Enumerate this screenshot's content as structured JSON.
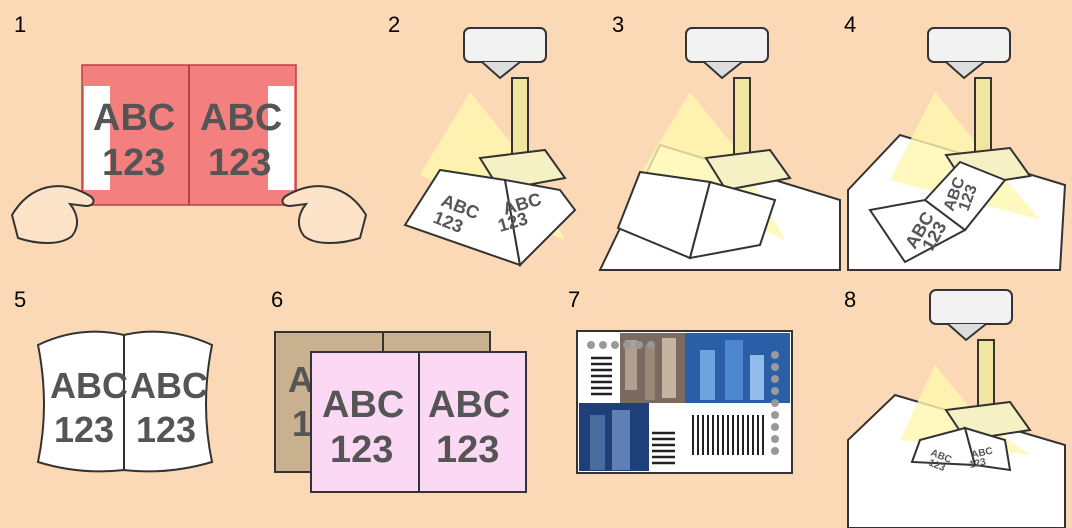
{
  "steps": [
    {
      "number": "1",
      "page_text": [
        "ABC",
        "123"
      ]
    },
    {
      "number": "2",
      "page_text": [
        "ABC",
        "123"
      ]
    },
    {
      "number": "3"
    },
    {
      "number": "4",
      "page_text": [
        "ABC",
        "123"
      ]
    },
    {
      "number": "5",
      "page_text": [
        "ABC",
        "123"
      ]
    },
    {
      "number": "6",
      "page_text": [
        "ABC",
        "123"
      ]
    },
    {
      "number": "7"
    },
    {
      "number": "8",
      "page_text": [
        "ABC",
        "123"
      ]
    }
  ],
  "colors": {
    "background": "#fcd9b6",
    "red_page": "#f47f7f",
    "pink_page": "#fbd9f4",
    "tan_page": "#c9b08f",
    "scanner_light": "#fff7b0"
  },
  "icons": [
    "hand-icon",
    "scanner-icon",
    "book-icon",
    "mat-icon",
    "photo-icon"
  ]
}
